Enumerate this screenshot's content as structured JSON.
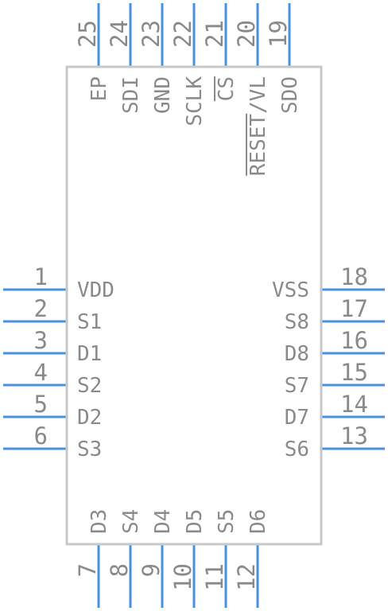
{
  "pins": {
    "top": [
      {
        "num": "25",
        "label": "EP"
      },
      {
        "num": "24",
        "label": "SDI"
      },
      {
        "num": "23",
        "label": "GND"
      },
      {
        "num": "22",
        "label": "SCLK"
      },
      {
        "num": "21",
        "label": "CS",
        "overbar": true
      },
      {
        "num": "20",
        "label": "RESET/VL",
        "overbar_part": "RESET"
      },
      {
        "num": "19",
        "label": "SDO"
      }
    ],
    "left": [
      {
        "num": "1",
        "label": "VDD"
      },
      {
        "num": "2",
        "label": "S1"
      },
      {
        "num": "3",
        "label": "D1"
      },
      {
        "num": "4",
        "label": "S2"
      },
      {
        "num": "5",
        "label": "D2"
      },
      {
        "num": "6",
        "label": "S3"
      }
    ],
    "right": [
      {
        "num": "18",
        "label": "VSS"
      },
      {
        "num": "17",
        "label": "S8"
      },
      {
        "num": "16",
        "label": "D8"
      },
      {
        "num": "15",
        "label": "S7"
      },
      {
        "num": "14",
        "label": "D7"
      },
      {
        "num": "13",
        "label": "S6"
      }
    ],
    "bottom": [
      {
        "num": "7",
        "label": "D3"
      },
      {
        "num": "8",
        "label": "S4"
      },
      {
        "num": "9",
        "label": "D4"
      },
      {
        "num": "10",
        "label": "D5"
      },
      {
        "num": "11",
        "label": "S5"
      },
      {
        "num": "12",
        "label": "D6"
      }
    ]
  },
  "colors": {
    "pin": "#4a8fe0",
    "outline": "#c8c8c8",
    "text": "#8a8a8a"
  }
}
